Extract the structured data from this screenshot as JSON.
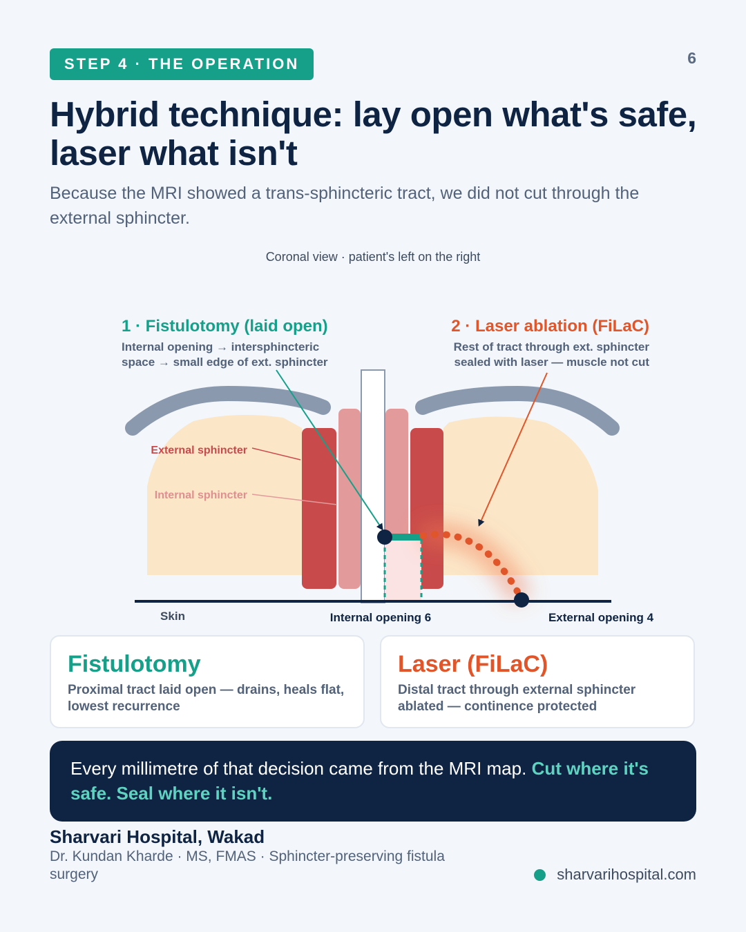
{
  "header": {
    "step_badge": "STEP 4 · THE OPERATION",
    "page_number": "6"
  },
  "title": "Hybrid technique: lay open what's safe, laser what isn't",
  "subtitle": "Because the MRI showed a trans-sphincteric tract, we did not cut through the external sphincter.",
  "diagram": {
    "caption": "Coronal view · patient's left on the right",
    "label1": {
      "title": "1 · Fistulotomy (laid open)",
      "line1": "Internal opening → intersphincteric",
      "line2": "space → small edge of ext. sphincter"
    },
    "label2": {
      "title": "2 · Laser ablation (FiLaC)",
      "line1": "Rest of tract through ext. sphincter",
      "line2": "sealed with laser — muscle not cut"
    },
    "external_sphincter_label": "External sphincter",
    "internal_sphincter_label": "Internal sphincter",
    "skin_label": "Skin",
    "internal_opening_label": "Internal opening 6",
    "external_opening_label": "External opening 4",
    "colors": {
      "teal": "#16a08a",
      "orange": "#e0552a",
      "external_sphincter": "#c94a4a",
      "internal_sphincter": "#e39a9a",
      "fat": "#fbe6c8",
      "levator": "#8a99ad",
      "navy": "#0f2342"
    }
  },
  "cards": {
    "fistulotomy": {
      "title": "Fistulotomy",
      "text": "Proximal tract laid open — drains, heals flat, lowest recurrence"
    },
    "laser": {
      "title": "Laser (FiLaC)",
      "text": "Distal tract through external sphincter ablated — continence protected"
    }
  },
  "callout": {
    "text": "Every millimetre of that decision came from the MRI map.",
    "highlight": "Cut where it's safe. Seal where it isn't."
  },
  "footer": {
    "hospital": "Sharvari Hospital, Wakad",
    "doctor": "Dr. Kundan Kharde · MS, FMAS · Sphincter-preserving fistula surgery",
    "website": "sharvarihospital.com"
  }
}
